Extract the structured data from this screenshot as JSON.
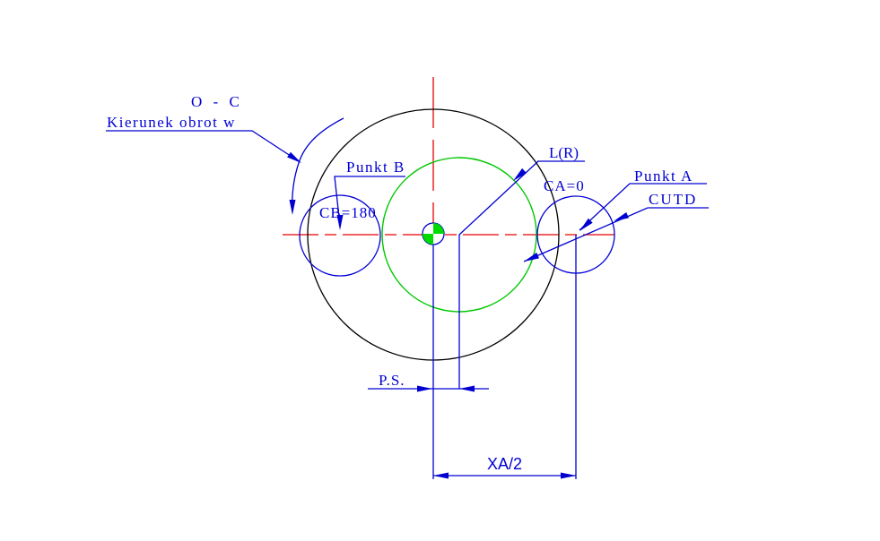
{
  "colors": {
    "annotation_blue": "#0000D2",
    "centerline_red": "#E80000",
    "geometry_green": "#00C800",
    "outline_black": "#000000",
    "center_symbol_green": "#00DC00",
    "background": "#FFFFFF"
  },
  "annotations": {
    "o_c": "O - C",
    "kierunek": "Kierunek obrot  w",
    "punkt_b": "Punkt B",
    "cb": "CB=180",
    "l_r": "L(R)",
    "ca": "CA=0",
    "punkt_a": "Punkt A",
    "cutd": "CUTD",
    "ps": "P.S.",
    "xa_half": "XA/2"
  }
}
